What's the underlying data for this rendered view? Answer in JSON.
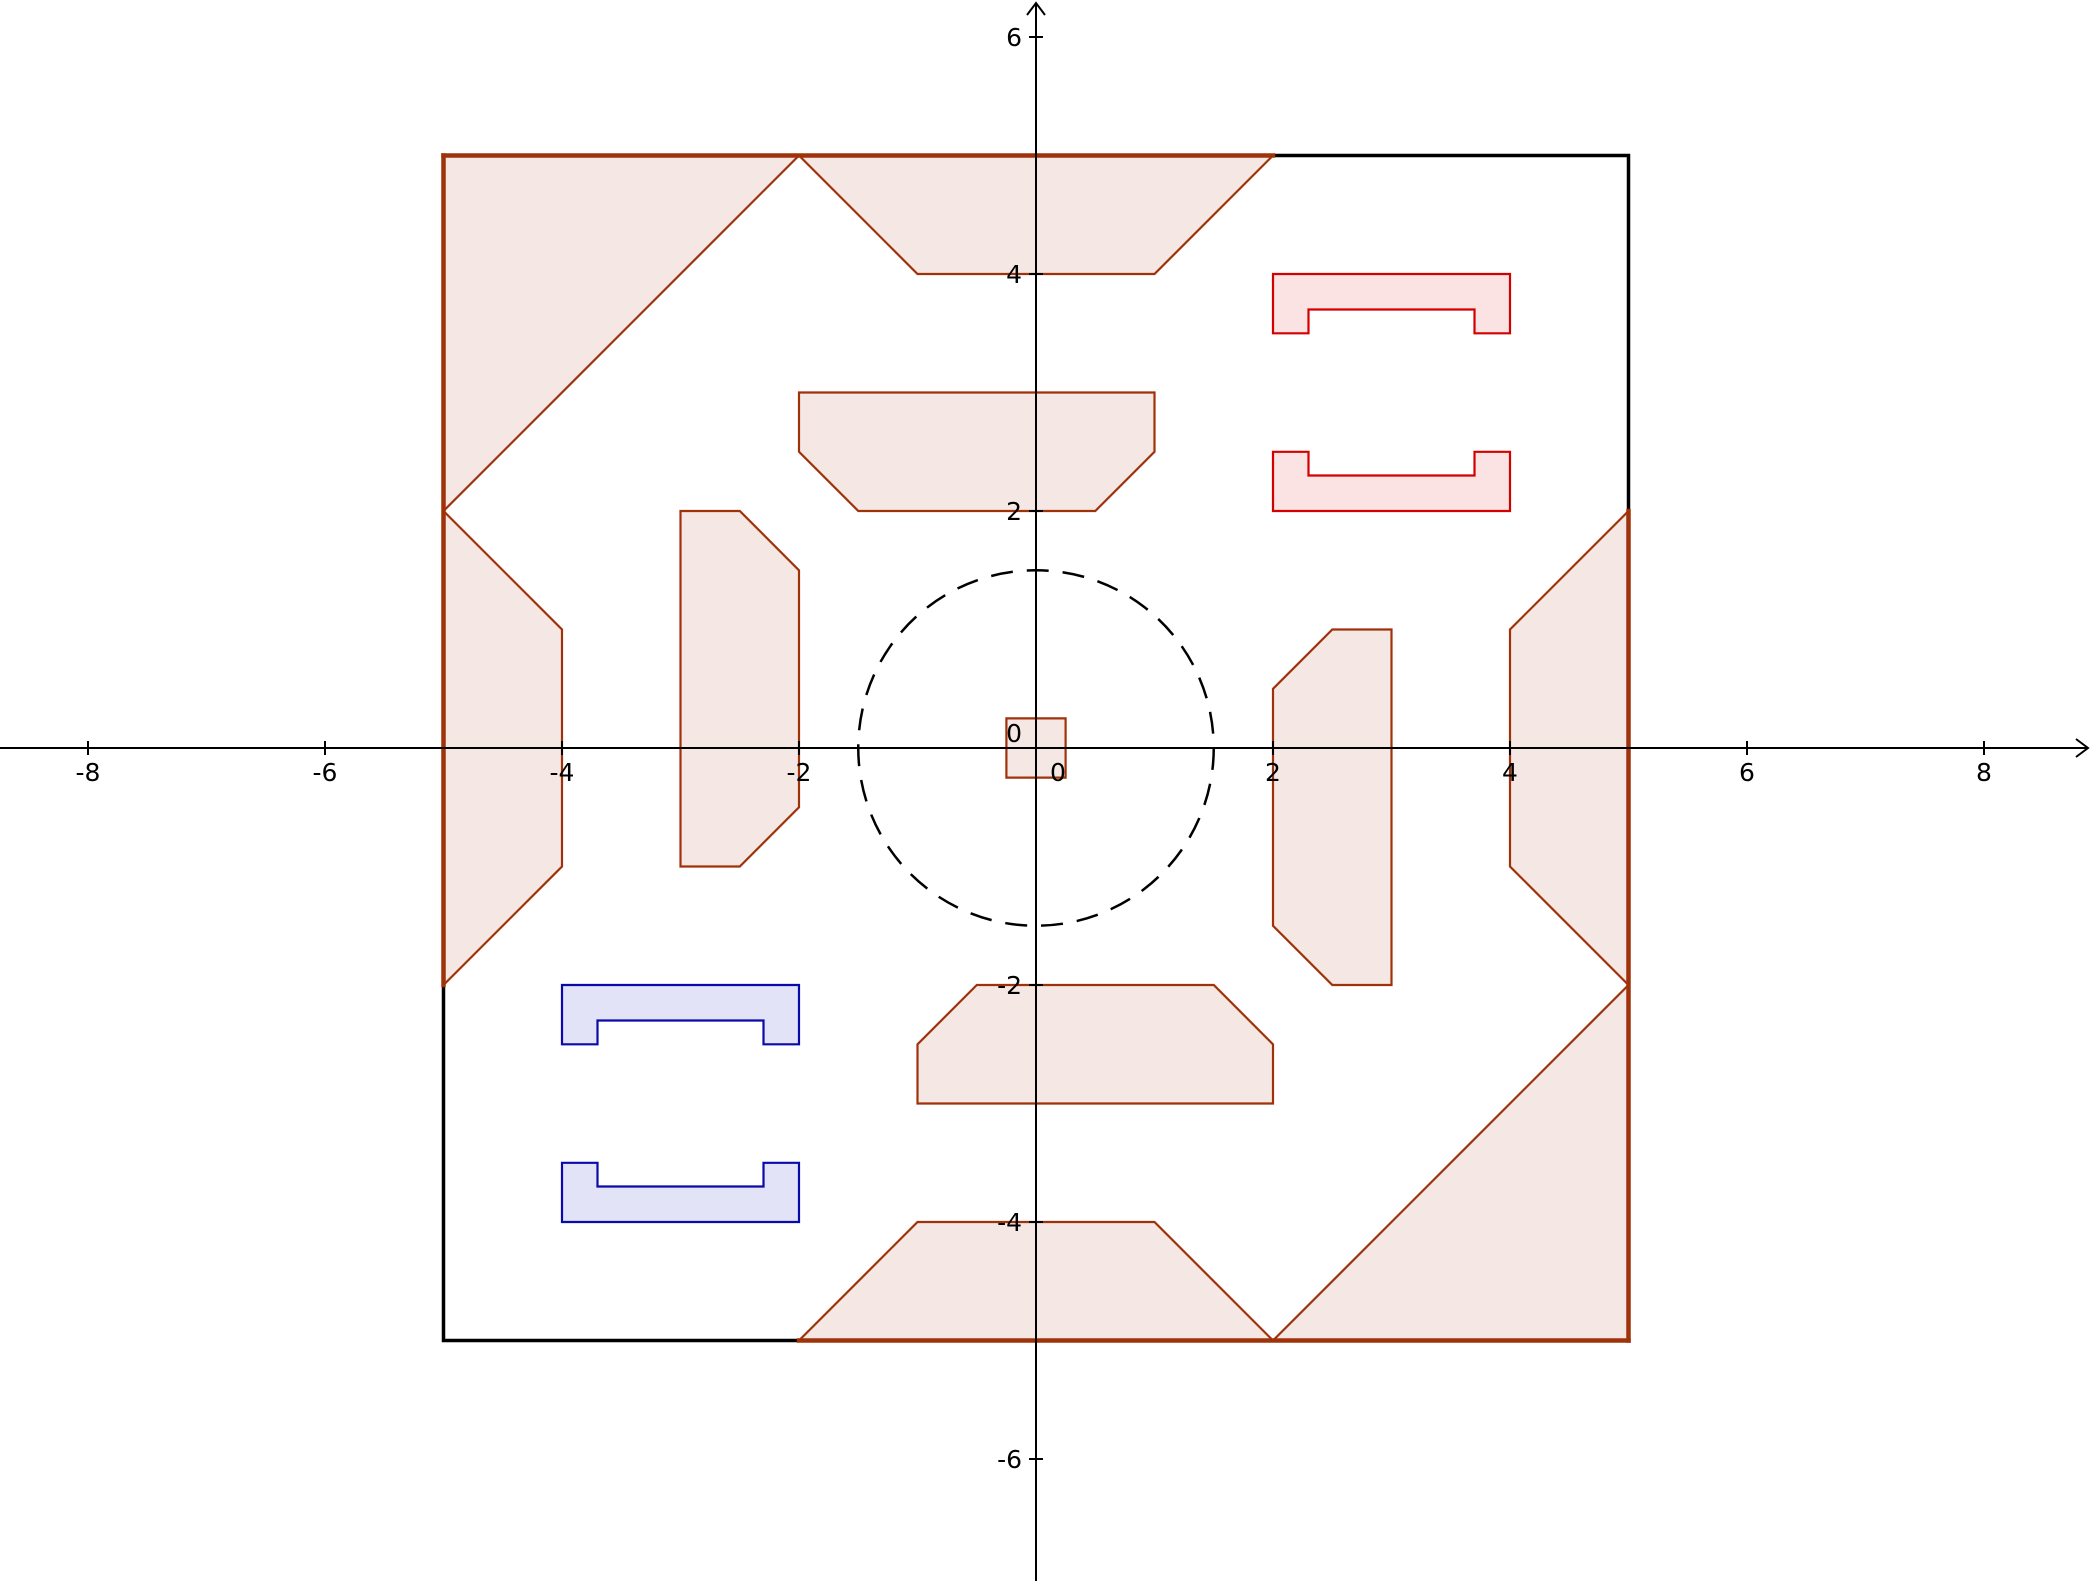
{
  "colors": {
    "background": "#ffffff",
    "axis": "#000000",
    "arena_border": "#000000",
    "obstacle_stroke": "#a0320a",
    "obstacle_fill": "#f5e8e4",
    "red_stroke": "#d40000",
    "red_fill": "#fbe3e3",
    "blue_stroke": "#0a0aaa",
    "blue_fill": "#e3e3f8",
    "circle": "#000000"
  },
  "axes": {
    "x_ticks": [
      {
        "value": -8,
        "label": "-8"
      },
      {
        "value": -6,
        "label": "-6"
      },
      {
        "value": -4,
        "label": "-4"
      },
      {
        "value": -2,
        "label": "-2"
      },
      {
        "value": 0,
        "label": "0"
      },
      {
        "value": 2,
        "label": "2"
      },
      {
        "value": 4,
        "label": "4"
      },
      {
        "value": 6,
        "label": "6"
      },
      {
        "value": 8,
        "label": "8"
      }
    ],
    "y_ticks": [
      {
        "value": -6,
        "label": "-6"
      },
      {
        "value": -4,
        "label": "-4"
      },
      {
        "value": -2,
        "label": "-2"
      },
      {
        "value": 0,
        "label": "0"
      },
      {
        "value": 2,
        "label": "2"
      },
      {
        "value": 4,
        "label": "4"
      },
      {
        "value": 6,
        "label": "6"
      }
    ],
    "x_range": [
      -8.8,
      8.8
    ],
    "y_range": [
      -7,
      6.3
    ]
  },
  "arena": {
    "boundary": [
      [
        -5,
        5
      ],
      [
        5,
        5
      ],
      [
        5,
        -5
      ],
      [
        -5,
        -5
      ]
    ],
    "brown_edges": [
      [
        [
          -5,
          -2
        ],
        [
          -5,
          5
        ]
      ],
      [
        [
          -5,
          5
        ],
        [
          2,
          5
        ]
      ],
      [
        [
          -2,
          -5
        ],
        [
          5,
          -5
        ]
      ],
      [
        [
          5,
          -5
        ],
        [
          5,
          2
        ]
      ]
    ]
  },
  "obstacles": [
    {
      "name": "corner-top-left-obstacle",
      "points": [
        [
          -5,
          5
        ],
        [
          -2,
          5
        ],
        [
          -5,
          2
        ]
      ]
    },
    {
      "name": "corner-bottom-right-obstacle",
      "points": [
        [
          5,
          -5
        ],
        [
          2,
          -5
        ],
        [
          5,
          -2
        ]
      ]
    },
    {
      "name": "top-edge-obstacle",
      "points": [
        [
          -2,
          5
        ],
        [
          2,
          5
        ],
        [
          1,
          4
        ],
        [
          -1,
          4
        ]
      ]
    },
    {
      "name": "bottom-edge-obstacle",
      "points": [
        [
          -2,
          -5
        ],
        [
          2,
          -5
        ],
        [
          1,
          -4
        ],
        [
          -1,
          -4
        ]
      ]
    },
    {
      "name": "left-edge-obstacle",
      "points": [
        [
          -5,
          2
        ],
        [
          -4,
          1
        ],
        [
          -4,
          -1
        ],
        [
          -5,
          -2
        ]
      ]
    },
    {
      "name": "right-edge-obstacle",
      "points": [
        [
          5,
          2
        ],
        [
          4,
          1
        ],
        [
          4,
          -1
        ],
        [
          5,
          -2
        ]
      ]
    },
    {
      "name": "upper-center-obstacle",
      "points": [
        [
          -2,
          3
        ],
        [
          1,
          3
        ],
        [
          1,
          2.5
        ],
        [
          0.5,
          2
        ],
        [
          -1.5,
          2
        ],
        [
          -2,
          2.5
        ]
      ]
    },
    {
      "name": "lower-center-obstacle",
      "points": [
        [
          -1,
          -2.5
        ],
        [
          -0.5,
          -2
        ],
        [
          1.5,
          -2
        ],
        [
          2,
          -2.5
        ],
        [
          2,
          -3
        ],
        [
          -1,
          -3
        ]
      ]
    },
    {
      "name": "left-center-obstacle",
      "points": [
        [
          -3,
          2
        ],
        [
          -2.5,
          2
        ],
        [
          -2,
          1.5
        ],
        [
          -2,
          -0.5
        ],
        [
          -2.5,
          -1
        ],
        [
          -3,
          -1
        ]
      ]
    },
    {
      "name": "right-center-obstacle",
      "points": [
        [
          2,
          0.5
        ],
        [
          2.5,
          1
        ],
        [
          3,
          1
        ],
        [
          3,
          -2
        ],
        [
          2.5,
          -2
        ],
        [
          2,
          -1.5
        ]
      ]
    },
    {
      "name": "center-square-obstacle",
      "points": [
        [
          -0.25,
          0.25
        ],
        [
          0.25,
          0.25
        ],
        [
          0.25,
          -0.25
        ],
        [
          -0.25,
          -0.25
        ]
      ]
    }
  ],
  "red_brackets": [
    {
      "name": "red-bracket-upper",
      "points": [
        [
          2,
          4
        ],
        [
          4,
          4
        ],
        [
          4,
          3.5
        ],
        [
          3.7,
          3.5
        ],
        [
          3.7,
          3.7
        ],
        [
          2.3,
          3.7
        ],
        [
          2.3,
          3.5
        ],
        [
          2,
          3.5
        ]
      ]
    },
    {
      "name": "red-bracket-lower",
      "points": [
        [
          2,
          2
        ],
        [
          4,
          2
        ],
        [
          4,
          2.5
        ],
        [
          3.7,
          2.5
        ],
        [
          3.7,
          2.3
        ],
        [
          2.3,
          2.3
        ],
        [
          2.3,
          2.5
        ],
        [
          2,
          2.5
        ]
      ]
    }
  ],
  "blue_brackets": [
    {
      "name": "blue-bracket-upper",
      "points": [
        [
          -4,
          -2
        ],
        [
          -2,
          -2
        ],
        [
          -2,
          -2.5
        ],
        [
          -2.3,
          -2.5
        ],
        [
          -2.3,
          -2.3
        ],
        [
          -3.7,
          -2.3
        ],
        [
          -3.7,
          -2.5
        ],
        [
          -4,
          -2.5
        ]
      ]
    },
    {
      "name": "blue-bracket-lower",
      "points": [
        [
          -4,
          -4
        ],
        [
          -2,
          -4
        ],
        [
          -2,
          -3.5
        ],
        [
          -2.3,
          -3.5
        ],
        [
          -2.3,
          -3.7
        ],
        [
          -3.7,
          -3.7
        ],
        [
          -3.7,
          -3.5
        ],
        [
          -4,
          -3.5
        ]
      ]
    }
  ],
  "center_circle": {
    "cx": 0,
    "cy": 0,
    "r": 1.5
  }
}
